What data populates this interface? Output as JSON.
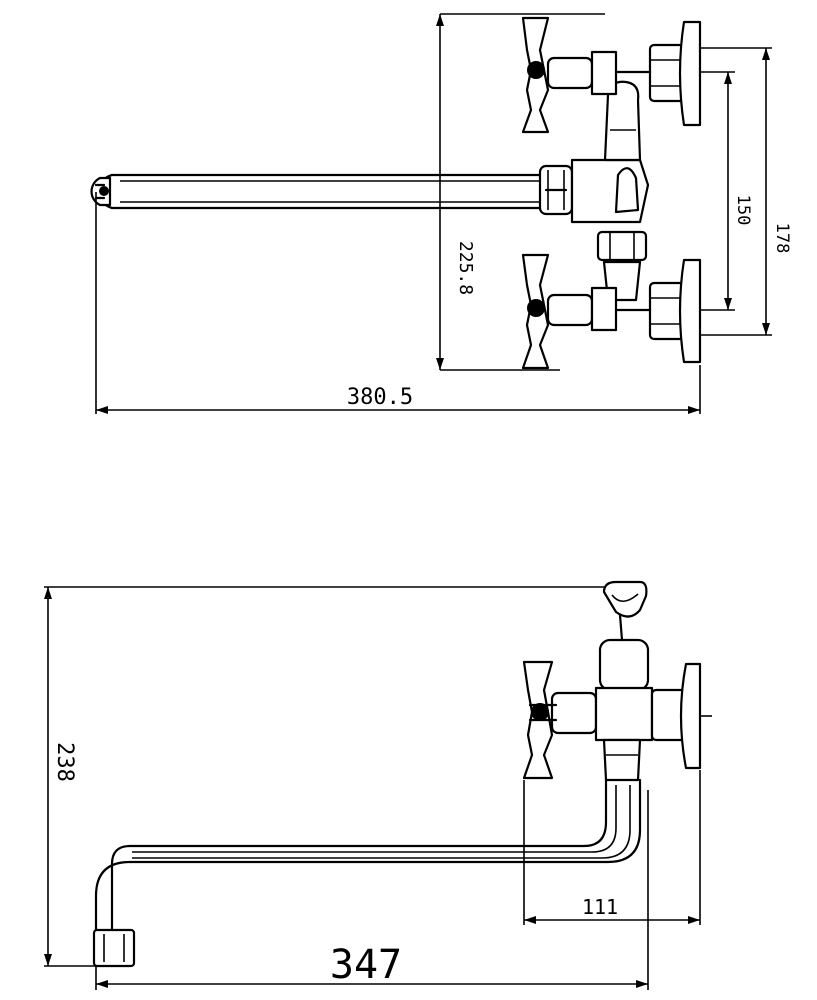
{
  "drawing": {
    "top_view": {
      "width_dimension": "380.5",
      "height_dimension": "225.8",
      "spacing_dimension": "150",
      "depth_dimension": "178"
    },
    "side_view": {
      "height_dimension": "238",
      "length_dimension": "347",
      "offset_dimension": "111"
    }
  },
  "colors": {
    "line": "#000000",
    "background": "#ffffff"
  }
}
